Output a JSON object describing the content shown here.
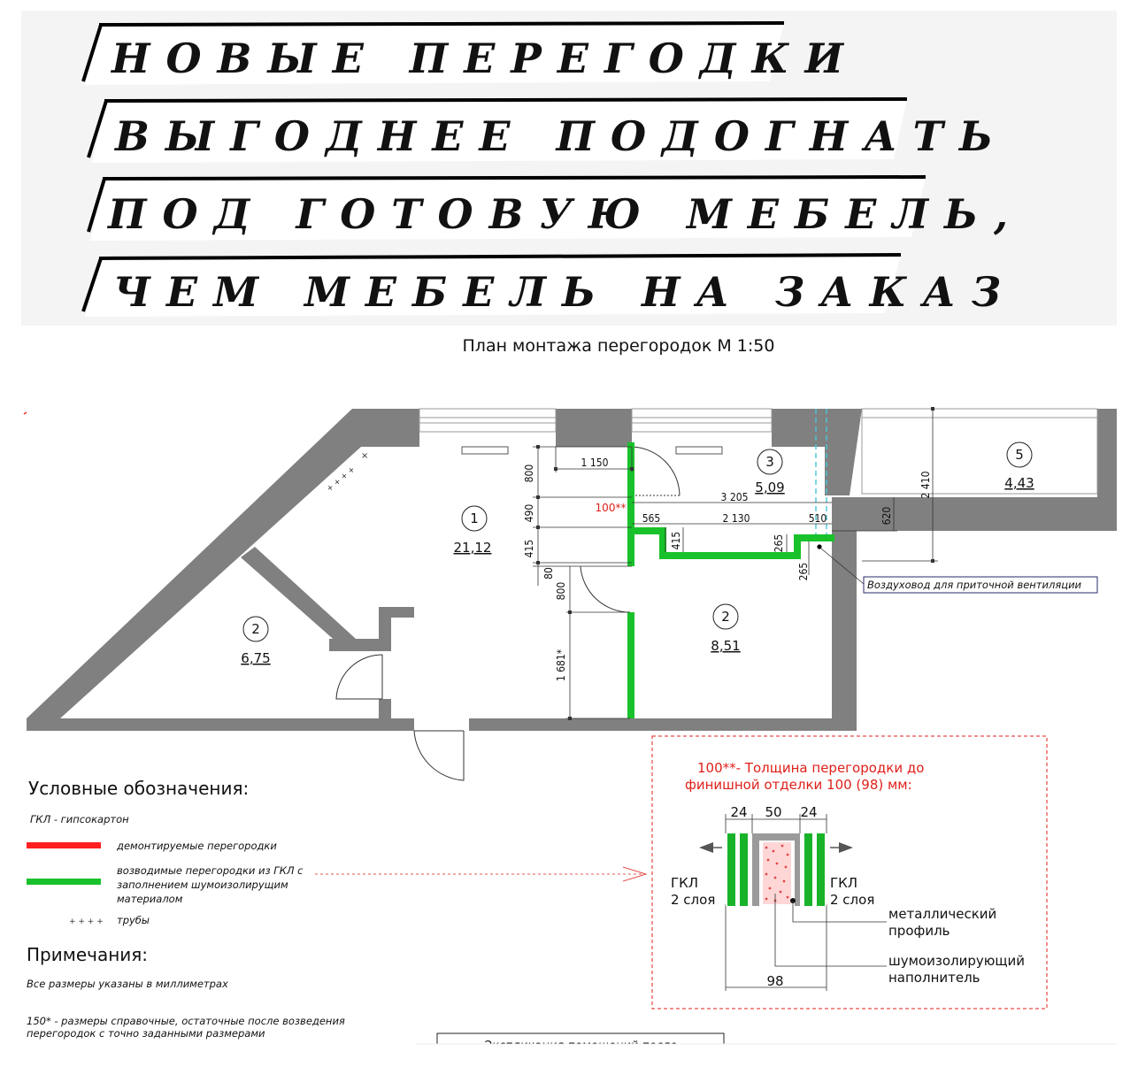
{
  "headline": {
    "lines": [
      "НОВЫЕ ПЕРЕГОДКИ",
      "ВЫГОДНЕЕ ПОДОГНАТЬ",
      "ПОД ГОТОВУЮ МЕБЕЛЬ,",
      "ЧЕМ МЕБЕЛЬ НА ЗАКАЗ"
    ]
  },
  "plan": {
    "caption": "План монтажа перегородок М 1:50",
    "rooms": [
      {
        "num": "1",
        "area": "21,12"
      },
      {
        "num": "2",
        "area": "6,75"
      },
      {
        "num": "2",
        "area": "8,51"
      },
      {
        "num": "3",
        "area": "5,09"
      },
      {
        "num": "5",
        "area": "4,43"
      }
    ],
    "dims": {
      "d1150": "1 150",
      "d800a": "800",
      "d490": "490",
      "d415a": "415",
      "d80": "80",
      "d800b": "800",
      "d1681": "1 681*",
      "d3205": "3 205",
      "d565": "565",
      "d2130": "2 130",
      "d510": "510",
      "d415b": "415",
      "d265a": "265",
      "d265b": "265",
      "d620": "620",
      "d2410": "2 410",
      "mark100": "100**"
    },
    "callout": "Воздуховод для приточной вентиляции"
  },
  "legend": {
    "title": "Условные обозначения:",
    "gkl": "ГКЛ - гипсокартон",
    "red_line": "демонтируемые перегородки",
    "green_line": [
      "возводимые перегородки из ГКЛ с",
      "заполнением шумоизолирущим",
      "материалом"
    ],
    "pipes_symbol": "+ + + +",
    "pipes": "трубы",
    "notes_title": "Примечания:",
    "note1": "Все размеры указаны в миллиметрах",
    "note2": [
      "150* - размеры справочные, остаточные после возведения",
      "перегородок с точно заданными размерами"
    ],
    "cut_text": "Экспликация помещений после"
  },
  "detail": {
    "title": [
      "100**- Толщина перегородки до",
      "финишной отделки  100 (98) мм:"
    ],
    "dims": {
      "left": "24",
      "mid": "50",
      "right": "24",
      "total": "98"
    },
    "gkl_left": [
      "ГКЛ",
      "2 слоя"
    ],
    "gkl_right": [
      "ГКЛ",
      "2 слоя"
    ],
    "profile": [
      "металлический",
      "профиль"
    ],
    "filler": [
      "шумоизолирующий",
      "наполнитель"
    ]
  },
  "colors": {
    "wall": "#808080",
    "new_partition": "#19c22b",
    "demolished": "#ff1f1f",
    "detail_red": "#e0201a"
  }
}
